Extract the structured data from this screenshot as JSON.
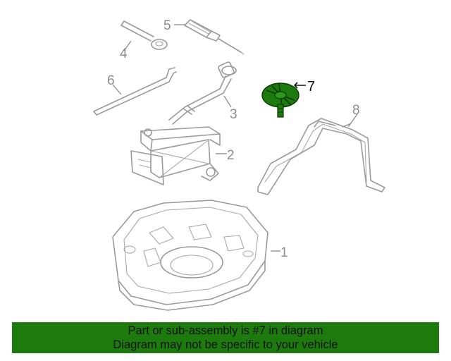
{
  "callouts": {
    "c1": "1",
    "c2": "2",
    "c3": "3",
    "c4": "4",
    "c5": "5",
    "c6": "6",
    "c7": "7",
    "c8": "8"
  },
  "highlight_color": "#1d7a0c",
  "banner": {
    "line1": "Part or sub-assembly is #7 in diagram",
    "line2": "Diagram may not be specific to your vehicle",
    "background": "#1d7a0c"
  }
}
